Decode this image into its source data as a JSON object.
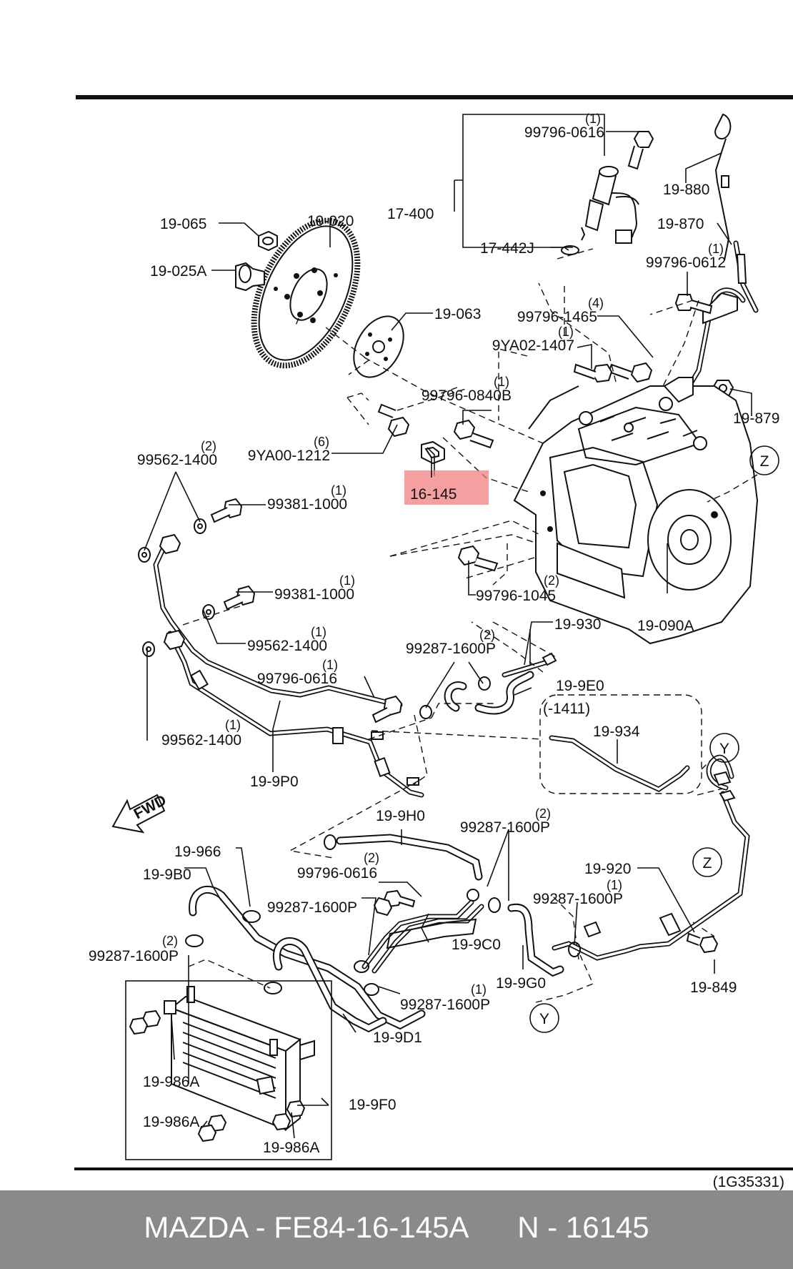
{
  "callouts": [
    {
      "id": "c1",
      "part": "99796-0616",
      "qty": "(1)"
    },
    {
      "id": "c2",
      "part": "19-880",
      "qty": ""
    },
    {
      "id": "c3",
      "part": "17-400",
      "qty": ""
    },
    {
      "id": "c4",
      "part": "19-065",
      "qty": ""
    },
    {
      "id": "c5",
      "part": "19-020",
      "qty": ""
    },
    {
      "id": "c6",
      "part": "19-870",
      "qty": ""
    },
    {
      "id": "c7",
      "part": "17-442J",
      "qty": ""
    },
    {
      "id": "c8",
      "part": "99796-0612",
      "qty": "(1)"
    },
    {
      "id": "c9",
      "part": "19-025A",
      "qty": ""
    },
    {
      "id": "c10",
      "part": "19-063",
      "qty": ""
    },
    {
      "id": "c11",
      "part": "99796-1465",
      "qty": "(4)"
    },
    {
      "id": "c12",
      "part": "9YA02-1407",
      "qty": "(1)"
    },
    {
      "id": "c13",
      "part": "99796-0840B",
      "qty": "(1)"
    },
    {
      "id": "c14",
      "part": "19-879",
      "qty": ""
    },
    {
      "id": "c15",
      "part": "99562-1400",
      "qty": "(2)"
    },
    {
      "id": "c16",
      "part": "9YA00-1212",
      "qty": "(6)"
    },
    {
      "id": "c17",
      "part": "16-145",
      "qty": "",
      "highlight": true
    },
    {
      "id": "c18",
      "part": "99381-1000",
      "qty": "(1)"
    },
    {
      "id": "c19",
      "part": "99381-1000",
      "qty": "(1)"
    },
    {
      "id": "c20",
      "part": "99796-1045",
      "qty": "(2)"
    },
    {
      "id": "c21",
      "part": "19-930",
      "qty": ""
    },
    {
      "id": "c22",
      "part": "19-090A",
      "qty": ""
    },
    {
      "id": "c23",
      "part": "99562-1400",
      "qty": "(1)"
    },
    {
      "id": "c24",
      "part": "99287-1600P",
      "qty": "(2)"
    },
    {
      "id": "c25",
      "part": "99796-0616",
      "qty": "(1)"
    },
    {
      "id": "c26",
      "part": "19-9E0",
      "qty": ""
    },
    {
      "id": "c27",
      "part": "(-1411)",
      "qty": ""
    },
    {
      "id": "c28",
      "part": "19-934",
      "qty": ""
    },
    {
      "id": "c29",
      "part": "99562-1400",
      "qty": "(1)"
    },
    {
      "id": "c30",
      "part": "19-9P0",
      "qty": ""
    },
    {
      "id": "c31",
      "part": "19-9H0",
      "qty": ""
    },
    {
      "id": "c32",
      "part": "99287-1600P",
      "qty": "(2)"
    },
    {
      "id": "c33",
      "part": "19-966",
      "qty": ""
    },
    {
      "id": "c34",
      "part": "19-920",
      "qty": ""
    },
    {
      "id": "c35",
      "part": "19-9B0",
      "qty": ""
    },
    {
      "id": "c36",
      "part": "99796-0616",
      "qty": "(2)"
    },
    {
      "id": "c37",
      "part": "99287-1600P",
      "qty": "(1)"
    },
    {
      "id": "c38",
      "part": "99287-1600P",
      "qty": ""
    },
    {
      "id": "c39",
      "part": "19-9C0",
      "qty": ""
    },
    {
      "id": "c40",
      "part": "99287-1600P",
      "qty": "(2)"
    },
    {
      "id": "c41",
      "part": "19-849",
      "qty": ""
    },
    {
      "id": "c42",
      "part": "19-9G0",
      "qty": ""
    },
    {
      "id": "c43",
      "part": "99287-1600P",
      "qty": "(1)"
    },
    {
      "id": "c44",
      "part": "19-9D1",
      "qty": ""
    },
    {
      "id": "c45",
      "part": "19-986A",
      "qty": ""
    },
    {
      "id": "c46",
      "part": "19-9F0",
      "qty": ""
    },
    {
      "id": "c47",
      "part": "19-986A",
      "qty": ""
    },
    {
      "id": "c48",
      "part": "19-986A",
      "qty": ""
    }
  ],
  "markers": {
    "z": "Z",
    "y": "Y"
  },
  "fwd_label": "FWD",
  "figure_code": "(1G35331)",
  "footer": {
    "brand": "MAZDA",
    "part_number": "FE84-16-145A",
    "n_label": "N",
    "n_value": "16145"
  }
}
